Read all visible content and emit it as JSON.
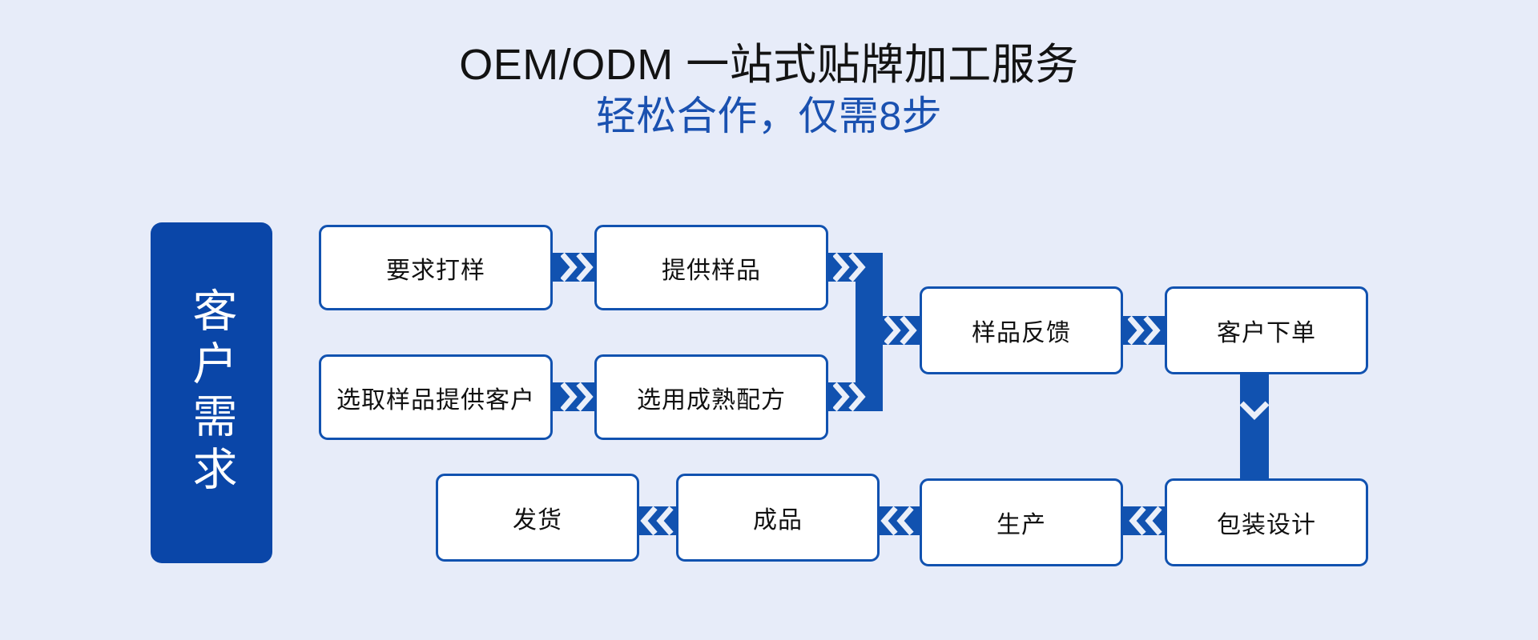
{
  "header": {
    "title": "OEM/ODM 一站式贴牌加工服务",
    "subtitle": "轻松合作，仅需8步"
  },
  "colors": {
    "background": "#e7ecf9",
    "brand_blue": "#1152b0",
    "banner_blue": "#0a46a8",
    "subtitle_blue": "#1a51b0",
    "box_fill": "#ffffff",
    "box_text": "#111111",
    "banner_text": "#ffffff"
  },
  "side_banner": {
    "label": "客户需求"
  },
  "chart_data": {
    "type": "diagram",
    "title": "OEM/ODM 一站式贴牌加工服务",
    "subtitle": "轻松合作，仅需8步",
    "step_count": 8,
    "nodes": [
      {
        "id": "n1",
        "label": "要求打样",
        "row": "top",
        "col": 1
      },
      {
        "id": "n2",
        "label": "提供样品",
        "row": "top",
        "col": 2
      },
      {
        "id": "n3",
        "label": "选取样品提供客户",
        "row": "middle",
        "col": 1
      },
      {
        "id": "n4",
        "label": "选用成熟配方",
        "row": "middle",
        "col": 2
      },
      {
        "id": "n5",
        "label": "样品反馈",
        "row": "center",
        "col": 3
      },
      {
        "id": "n6",
        "label": "客户下单",
        "row": "center",
        "col": 4
      },
      {
        "id": "n7",
        "label": "包装设计",
        "row": "bottom",
        "col": 4
      },
      {
        "id": "n8",
        "label": "生产",
        "row": "bottom",
        "col": 3
      },
      {
        "id": "n9",
        "label": "成品",
        "row": "bottom",
        "col": 2
      },
      {
        "id": "n10",
        "label": "发货",
        "row": "bottom",
        "col": 1
      }
    ],
    "edges": [
      {
        "from": "n1",
        "to": "n2",
        "direction": "right"
      },
      {
        "from": "n2",
        "to": "n5",
        "direction": "right"
      },
      {
        "from": "n3",
        "to": "n4",
        "direction": "right"
      },
      {
        "from": "n4",
        "to": "n5",
        "direction": "right"
      },
      {
        "from": "n5",
        "to": "n6",
        "direction": "right"
      },
      {
        "from": "n6",
        "to": "n7",
        "direction": "down"
      },
      {
        "from": "n7",
        "to": "n8",
        "direction": "left"
      },
      {
        "from": "n8",
        "to": "n9",
        "direction": "left"
      },
      {
        "from": "n9",
        "to": "n10",
        "direction": "left"
      }
    ]
  },
  "nodes": {
    "n1": "要求打样",
    "n2": "提供样品",
    "n3": "选取样品提供客户",
    "n4": "选用成熟配方",
    "n5": "样品反馈",
    "n6": "客户下单",
    "n7": "包装设计",
    "n8": "生产",
    "n9": "成品",
    "n10": "发货"
  }
}
